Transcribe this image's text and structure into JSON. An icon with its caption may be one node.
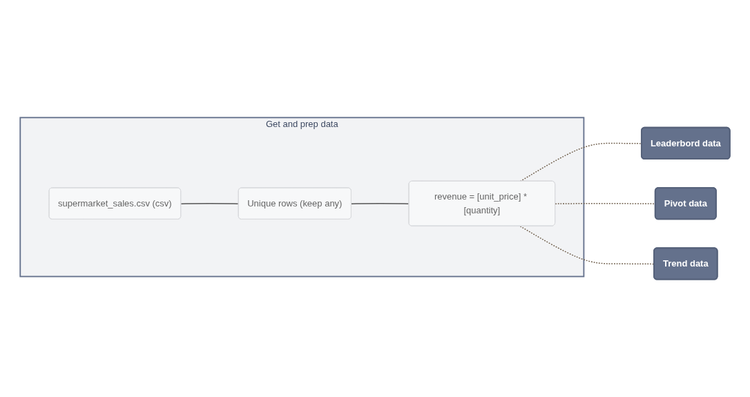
{
  "diagram": {
    "nodes": [
      {
        "text": [
          "Get and prep data"
        ]
      },
      {
        "text": [
          "supermarket_sales.csv (csv)"
        ],
        "in": 0
      },
      {
        "text": [
          "Unique rows (keep any)"
        ],
        "in": 0
      },
      {
        "text": [
          "revenue = [unit_price] * [quantity]"
        ],
        "in": 0
      },
      {
        "text": [
          "Leaderbord data"
        ]
      },
      {
        "text": [
          "Pivot data"
        ]
      },
      {
        "text": [
          "Trend data"
        ]
      }
    ],
    "edges": [
      {
        "from": 1,
        "to": 2,
        "arrow": "none"
      },
      {
        "from": 2,
        "to": 3,
        "arrow": "none"
      },
      {
        "from": 3,
        "to": 4,
        "arrow": "none",
        "style": "dashed",
        "color": "#6e5d4a"
      },
      {
        "from": 3,
        "to": 5,
        "arrow": "none",
        "style": "dashed",
        "color": "#6e5d4a"
      },
      {
        "from": 3,
        "to": 6,
        "arrow": "none",
        "style": "dashed",
        "color": "#6e5d4a"
      }
    ]
  }
}
